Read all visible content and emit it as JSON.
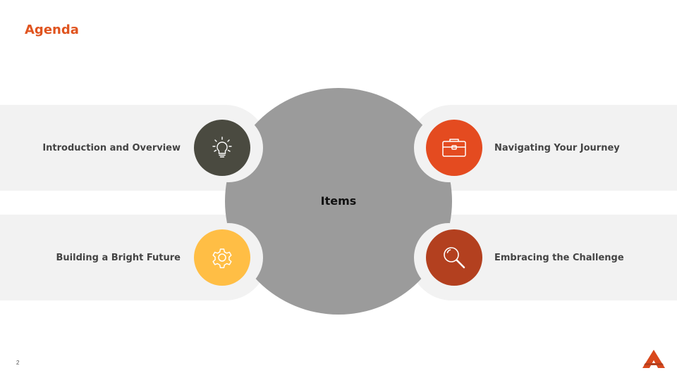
{
  "slide": {
    "title": "Agenda",
    "page_number": "2"
  },
  "hub": {
    "label": "Items"
  },
  "items": [
    {
      "label": "Introduction and Overview",
      "icon": "lightbulb-icon",
      "color": "#4a4a40"
    },
    {
      "label": "Navigating Your Journey",
      "icon": "briefcase-icon",
      "color": "#e44b20"
    },
    {
      "label": "Building a Bright Future",
      "icon": "gear-icon",
      "color": "#ffbe45"
    },
    {
      "label": "Embracing the Challenge",
      "icon": "magnifier-icon",
      "color": "#b3401f"
    }
  ],
  "colors": {
    "accent": "#e0541f",
    "band": "#f2f2f2",
    "hub": "#9b9b9b"
  }
}
